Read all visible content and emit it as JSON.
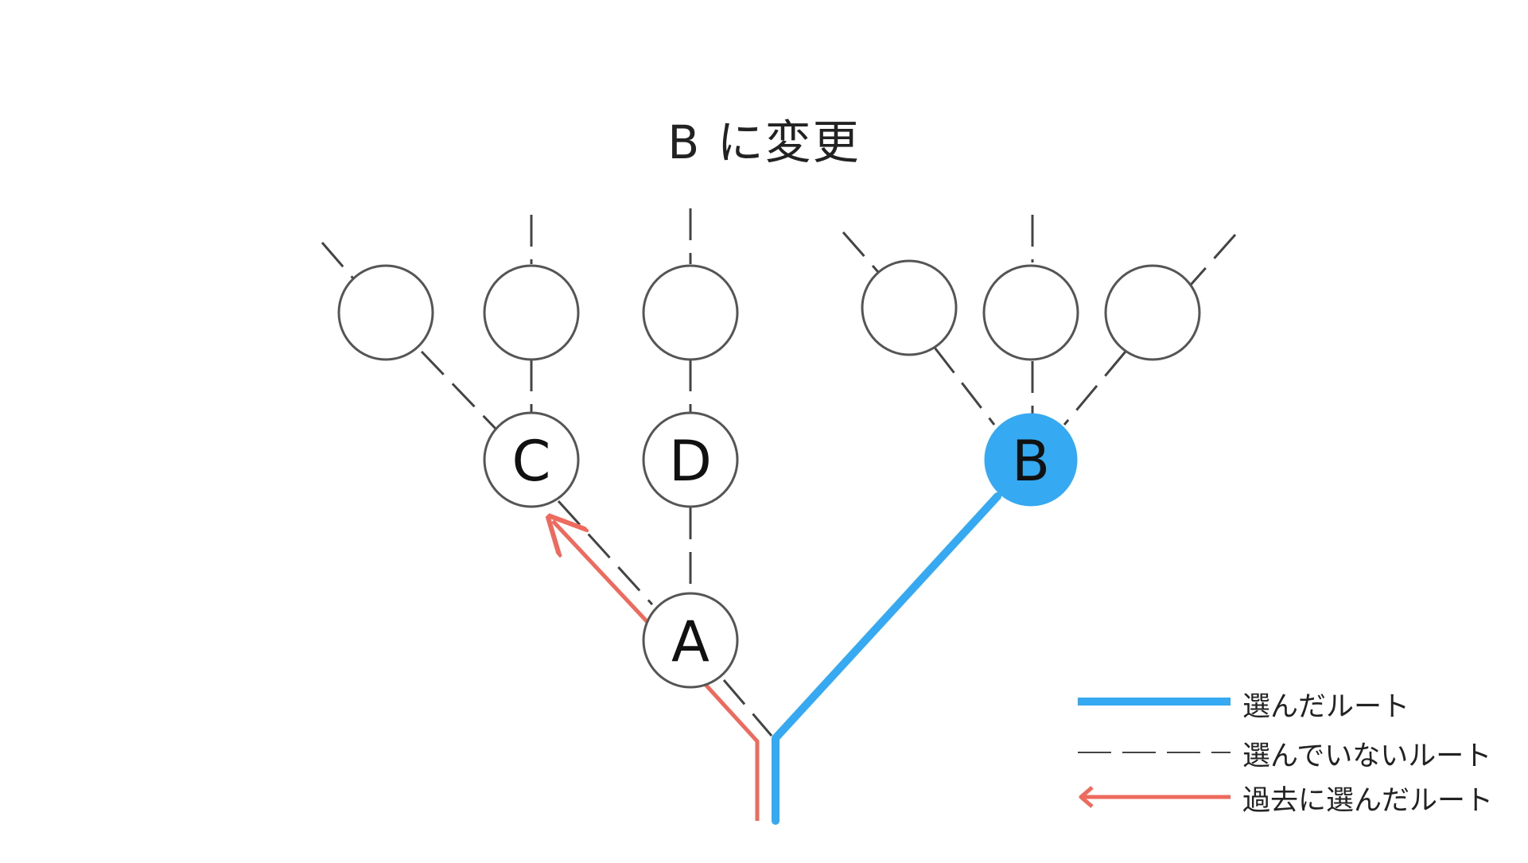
{
  "title": "B に変更",
  "nodes": {
    "a": "A",
    "b": "B",
    "c": "C",
    "d": "D"
  },
  "legend": {
    "chosen_route": "選んだルート",
    "unchosen_route": "選んでいないルート",
    "past_route": "過去に選んだルート"
  },
  "colors": {
    "chosen": "#35aaf2",
    "past": "#ee6a5c",
    "line": "#444444",
    "node_stroke": "#555555"
  }
}
